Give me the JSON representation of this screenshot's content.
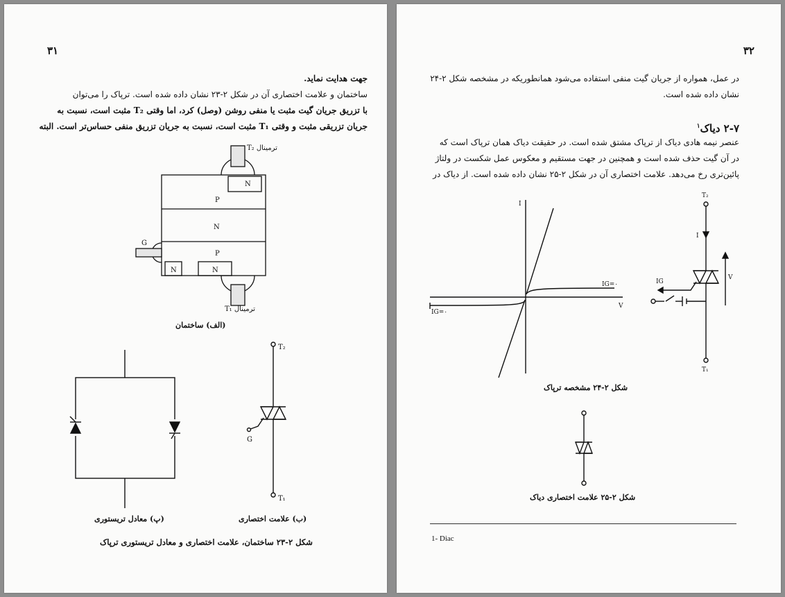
{
  "left_page": {
    "page_number": "۳۱",
    "lines": [
      "جهت هدایت نماید.",
      "ساختمان و علامت اختصاری آن در شکل ۲-۲۳ نشان داده شده است. ترپاک را می‌توان",
      "با تزریق جریان گیت مثبت یا منفی روشن (وصل) کرد، اما وقتی T₂ مثبت است، نسبت به",
      "جریان تزریقی مثبت و وقتی T₁ مثبت است، نسبت به جریان تزریق منفی حساس‌تر است. البته"
    ],
    "structure": {
      "terminal_top": "ترمینال T₂",
      "terminal_bottom": "ترمینال T₁",
      "gate": "G",
      "layers": [
        "N",
        "P",
        "N",
        "P",
        "N",
        "N"
      ],
      "caption": "(الف) ساختمان"
    },
    "equivalent_caption": "(پ) معادل تریستوری",
    "symbol": {
      "t2": "T₂",
      "t1": "T₁",
      "g": "G",
      "caption": "(ب) علامت اختصاری"
    },
    "figure_caption": "شکل ۲-۲۳ ساختمان، علامت اختصاری و معادل تریستوری ترپاک"
  },
  "right_page": {
    "page_number": "۳۲",
    "lines_top": [
      "در عمل، همواره از جریان گیت منفی استفاده می‌شود همانطوریکه در مشخصه شکل ۲-۲۴",
      "نشان داده شده است."
    ],
    "section_heading": "۲-۷ دیاک",
    "section_sup": "۱",
    "lines_body": [
      "عنصر نیمه هادی دیاک از ترپاک مشتق شده است. در حقیقت دیاک همان ترپاک است که",
      "در آن گیت حذف شده است و همچنین در جهت مستقیم و معکوس عمل شکست در ولتاژ",
      "پائین‌تری رخ می‌دهد. علامت اختصاری آن در شکل ۲-۲۵ نشان داده شده است. از دیاک در"
    ],
    "graph": {
      "i_label": "I",
      "v_label": "V",
      "ig_top": "IG=۰",
      "ig_bottom": "IG=۰"
    },
    "circuit": {
      "t2": "T₂",
      "t1": "T₁",
      "i": "I",
      "v": "V",
      "ig": "IG"
    },
    "fig24_caption": "شکل ۲-۲۴ مشخصه ترپاک",
    "fig25_caption": "شکل ۲-۲۵ علامت اختصاری دیاک",
    "footnote": "1- Diac"
  }
}
